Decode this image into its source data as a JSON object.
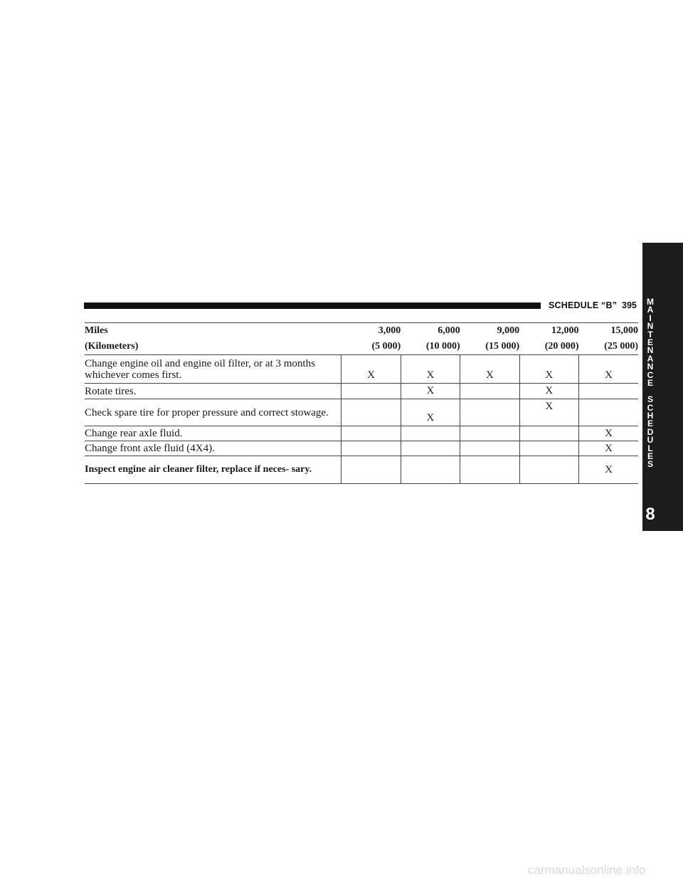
{
  "header": {
    "title": "SCHEDULE “B”",
    "page_number": "395"
  },
  "side_tab": {
    "letters_line1": [
      "M",
      "A",
      "I",
      "N",
      "T",
      "E",
      "N",
      "A",
      "N",
      "C",
      "E"
    ],
    "letters_line2": [
      "S",
      "C",
      "H",
      "E",
      "D",
      "U",
      "L",
      "E",
      "S"
    ],
    "chapter": "8"
  },
  "table": {
    "miles_label": "Miles",
    "km_label": "(Kilometers)",
    "intervals": [
      {
        "miles": "3,000",
        "km": "(5 000)"
      },
      {
        "miles": "6,000",
        "km": "(10 000)"
      },
      {
        "miles": "9,000",
        "km": "(15 000)"
      },
      {
        "miles": "12,000",
        "km": "(20 000)"
      },
      {
        "miles": "15,000",
        "km": "(25 000)"
      }
    ],
    "rows": [
      {
        "item": "Change engine oil and engine oil filter, or at 3 months whichever comes first.",
        "marks": [
          "X",
          "X",
          "X",
          "X",
          "X"
        ]
      },
      {
        "item": "Rotate tires.",
        "marks": [
          "",
          "X",
          "",
          "X",
          ""
        ]
      },
      {
        "item": "Check spare tire for proper pressure and correct stowage.",
        "marks": [
          "",
          "X",
          "",
          "X",
          ""
        ]
      },
      {
        "item": "Change rear axle fluid.",
        "marks": [
          "",
          "",
          "",
          "",
          "X"
        ]
      },
      {
        "item": "Change front axle fluid (4X4).",
        "marks": [
          "",
          "",
          "",
          "",
          "X"
        ]
      },
      {
        "item": "Inspect engine air cleaner filter, replace if neces- sary.",
        "marks": [
          "",
          "",
          "",
          "",
          "X"
        ]
      }
    ]
  },
  "watermark": "carmanualsonline.info"
}
